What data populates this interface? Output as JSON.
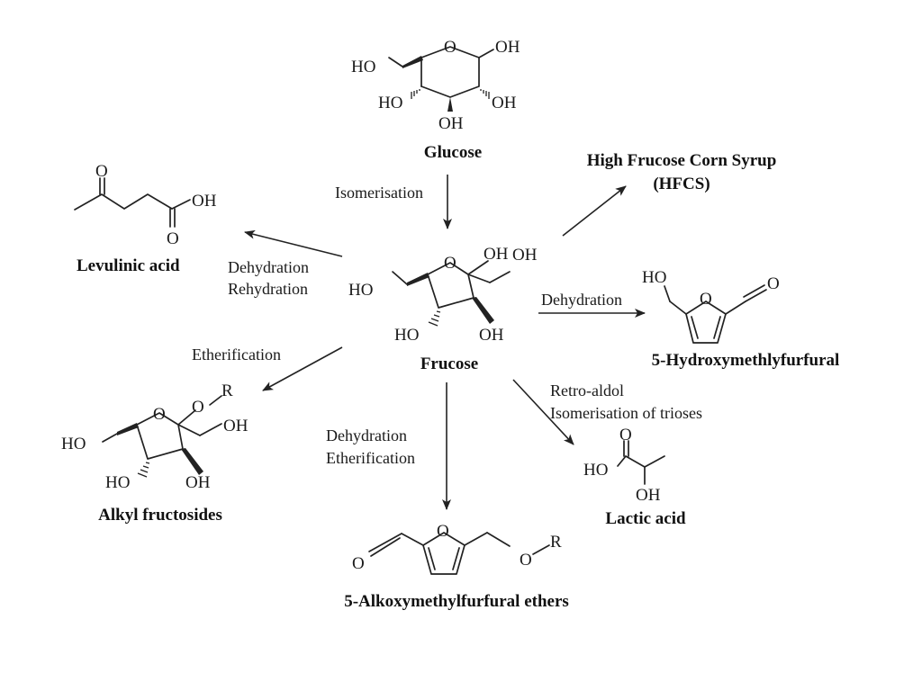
{
  "compounds": {
    "glucose": {
      "name": "Glucose",
      "atoms": {
        "ho_left": "HO",
        "o_ring": "O",
        "oh_c1": "OH",
        "ho_c3": "HO",
        "oh_c2": "OH",
        "oh_c4": "OH"
      }
    },
    "fructose": {
      "name": "Frucose",
      "atoms": {
        "ho_left": "HO",
        "o_ring": "O",
        "oh_c2": "OH",
        "oh_ch2": "OH",
        "ho_c3": "HO",
        "oh_c4": "OH"
      }
    },
    "levulinic": {
      "name": "Levulinic acid",
      "atoms": {
        "o_ketone": "O",
        "oh": "OH",
        "o_acid": "O"
      }
    },
    "hfcs": {
      "name_line1": "High Frucose Corn Syrup",
      "name_line2": "(HFCS)"
    },
    "hmf": {
      "name": "5-Hydroxymethlyfurfural",
      "atoms": {
        "ho": "HO",
        "o_ring": "O",
        "o_ald": "O"
      }
    },
    "alkyl": {
      "name": "Alkyl fructosides",
      "atoms": {
        "o_r": "O",
        "r": "R",
        "ho_left": "HO",
        "o_ring": "O",
        "oh_ch2": "OH",
        "ho_c3": "HO",
        "oh_c4": "OH"
      }
    },
    "lactic": {
      "name": "Lactic acid",
      "atoms": {
        "o_carbonyl": "O",
        "ho": "HO",
        "oh": "OH"
      }
    },
    "amf": {
      "name": "5-Alkoxymethylfurfural ethers",
      "atoms": {
        "o_ald": "O",
        "o_ring": "O",
        "o_ether": "O",
        "r": "R"
      }
    }
  },
  "reactions": {
    "isomerisation": "Isomerisation",
    "dehydration_rehydration": [
      "Dehydration",
      "Rehydration"
    ],
    "dehydration": "Dehydration",
    "etherification": "Etherification",
    "dehydration_etherification": [
      "Dehydration",
      "Etherification"
    ],
    "retro_aldol": [
      "Retro-aldol",
      "Isomerisation of trioses"
    ]
  }
}
